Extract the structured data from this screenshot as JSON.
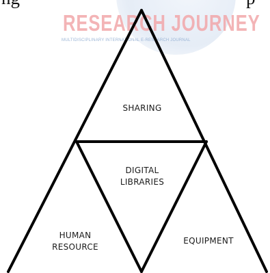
{
  "page_text": {
    "left_fragment": "ng",
    "right_fragment": "p"
  },
  "watermark": {
    "title": "RESEARCH JOURNEY",
    "subtitle": "MULTIDISCIPLINARY INTERNATIONAL E-RESEARCH JOURNAL"
  },
  "diagram": {
    "sharing": "SHARING",
    "digital_libraries_line1": "DIGITAL",
    "digital_libraries_line2": "LIBRARIES",
    "human_resource_line1": "HUMAN",
    "human_resource_line2": "RESOURCE",
    "equipment": "EQUIPMENT"
  }
}
